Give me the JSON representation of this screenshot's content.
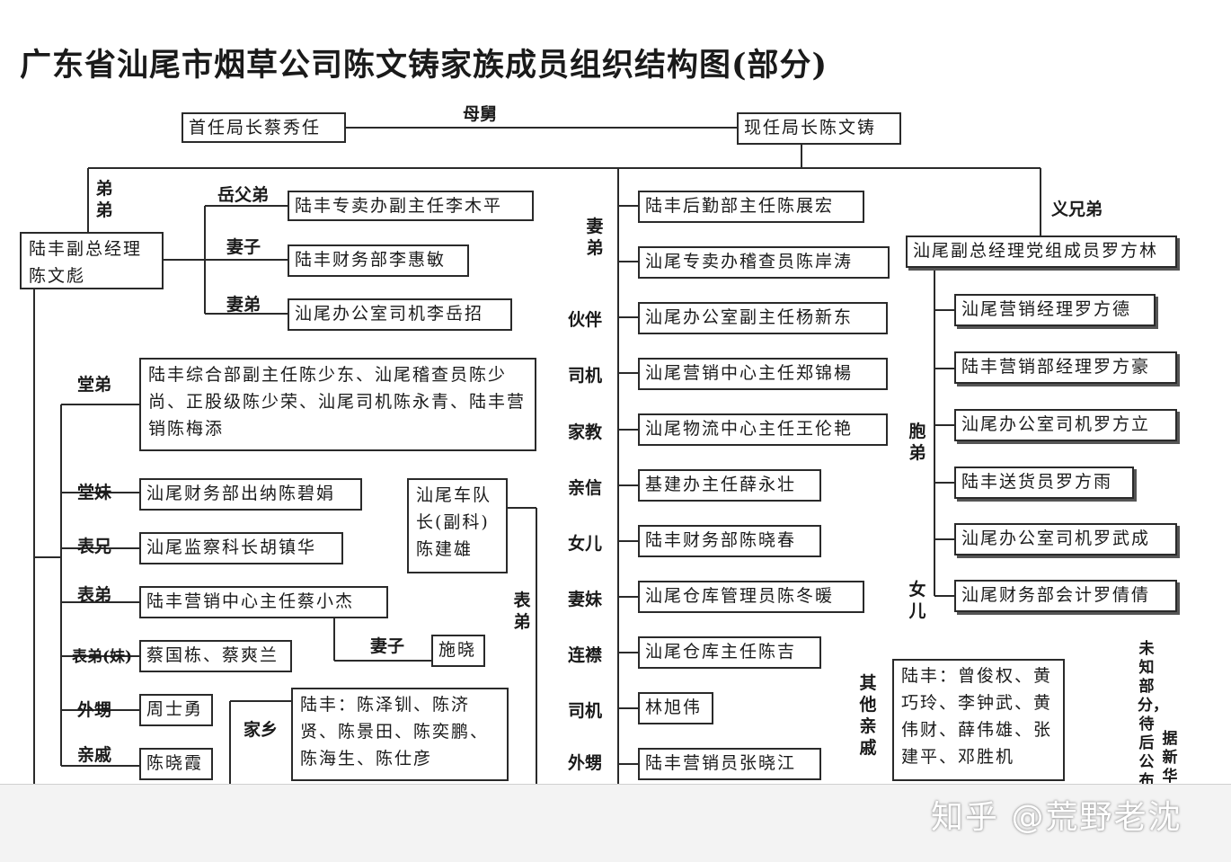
{
  "title": "广东省汕尾市烟草公司陈文铸家族成员组织结构图(部分)",
  "top": {
    "left_box": "首任局长蔡秀任",
    "right_box": "现任局长陈文铸",
    "link_label": "母舅"
  },
  "left_branch": {
    "group_label": "弟弟",
    "main_box": "陆丰副总经理陈文彪",
    "relations": [
      {
        "label": "岳父弟",
        "box": "陆丰专卖办副主任李木平"
      },
      {
        "label": "妻子",
        "box": "陆丰财务部李惠敏"
      },
      {
        "label": "妻弟",
        "box": "汕尾办公室司机李岳招"
      }
    ]
  },
  "cousins": [
    {
      "label": "堂弟",
      "box": "陆丰综合部副主任陈少东、汕尾稽查员陈少尚、正股级陈少荣、汕尾司机陈永青、陆丰营销陈梅添"
    },
    {
      "label": "堂妹",
      "box": "汕尾财务部出纳陈碧娟"
    },
    {
      "label": "表兄",
      "box": "汕尾监察科长胡镇华"
    },
    {
      "label": "表弟",
      "box": "陆丰营销中心主任蔡小杰"
    },
    {
      "label": "表弟(妹)",
      "box": "蔡国栋、蔡爽兰"
    },
    {
      "label": "外甥",
      "box": "周士勇"
    },
    {
      "label": "亲戚",
      "box": "陈晓霞"
    }
  ],
  "wife_relation": {
    "label": "妻子",
    "box": "施晓"
  },
  "fleet_box": "汕尾车队长(副科)陈建雄",
  "fleet_label": "表弟",
  "hometown": {
    "label": "家乡",
    "box": "陆丰：陈泽钏、陈济贤、陈景田、陈奕鹏、陈海生、陈仕彦"
  },
  "center_chain": [
    {
      "label": "妻弟",
      "box": "陆丰后勤部主任陈展宏"
    },
    {
      "label": "",
      "box": "汕尾专卖办稽查员陈岸涛"
    },
    {
      "label": "伙伴",
      "box": "汕尾办公室副主任杨新东"
    },
    {
      "label": "司机",
      "box": "汕尾营销中心主任郑锦楊"
    },
    {
      "label": "家教",
      "box": "汕尾物流中心主任王伦艳"
    },
    {
      "label": "亲信",
      "box": "基建办主任薛永壮"
    },
    {
      "label": "女儿",
      "box": "陆丰财务部陈晓春"
    },
    {
      "label": "妻妹",
      "box": "汕尾仓库管理员陈冬暖"
    },
    {
      "label": "连襟",
      "box": "汕尾仓库主任陈吉"
    },
    {
      "label": "司机",
      "box": "林旭伟"
    },
    {
      "label": "外甥",
      "box": "陆丰营销员张晓江"
    }
  ],
  "right_branch": {
    "group_label": "义兄弟",
    "main_box": "汕尾副总经理党组成员罗方林",
    "brothers_label": "胞弟",
    "daughter_label": "女儿",
    "members": [
      "汕尾营销经理罗方德",
      "陆丰营销部经理罗方豪",
      "汕尾办公室司机罗方立",
      "陆丰送货员罗方雨",
      "汕尾办公室司机罗武成",
      "汕尾财务部会计罗倩倩"
    ]
  },
  "others": {
    "label": "其他亲戚",
    "box": "陆丰：曾俊权、黄巧玲、李钟武、黄伟财、薛伟雄、张建平、邓胜机"
  },
  "side_note": "未知部分，待后公布",
  "side_note2": "据新华",
  "watermark": "知乎 @荒野老沈",
  "colors": {
    "line": "#2a2a2a",
    "box_border": "#2a2a2a",
    "footer_bg": "#f3f3f3"
  }
}
